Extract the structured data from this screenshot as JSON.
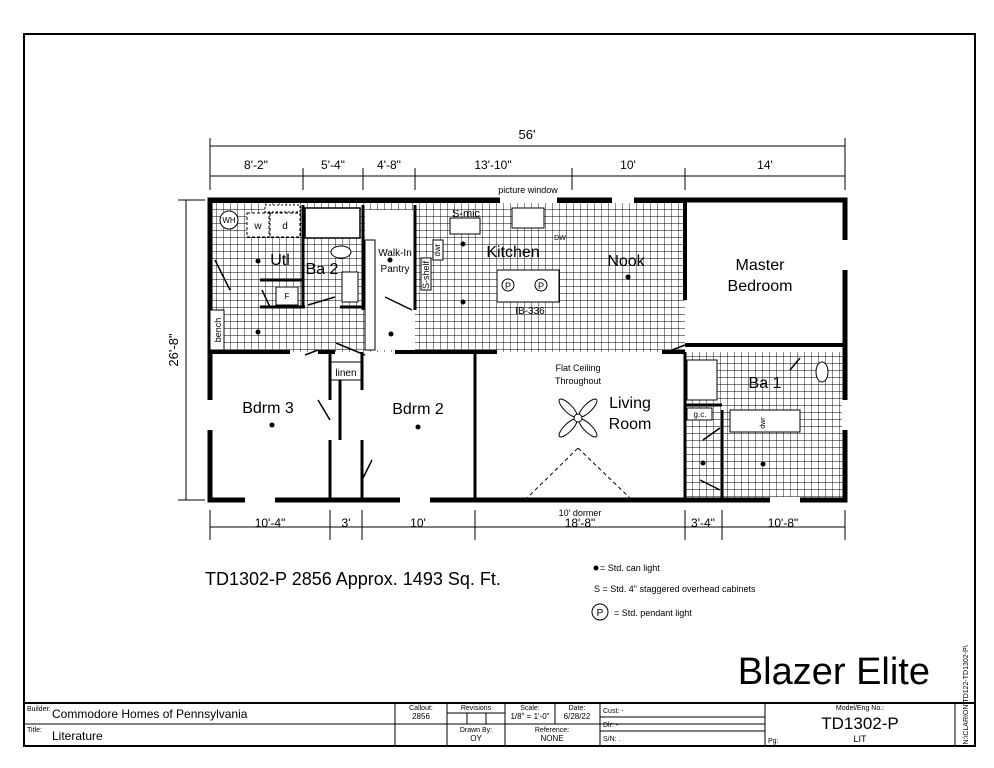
{
  "dimensions": {
    "overall_width": "56'",
    "overall_depth": "26'-8\"",
    "top": [
      "8'-2\"",
      "5'-4\"",
      "4'-8\"",
      "13'-10\"",
      "10'",
      "14'"
    ],
    "bottom": [
      "10'-4\"",
      "3'",
      "10'",
      "18'-8\"",
      "3'-4\"",
      "10'-8\""
    ]
  },
  "rooms": {
    "utl": "Utl",
    "ba2": "Ba 2",
    "pantry_1": "Walk-In",
    "pantry_2": "Pantry",
    "kitchen": "Kitchen",
    "nook": "Nook",
    "master_1": "Master",
    "master_2": "Bedroom",
    "ba1": "Ba 1",
    "bdrm3": "Bdrm 3",
    "bdrm2": "Bdrm 2",
    "living_1": "Living",
    "living_2": "Room",
    "linen": "linen",
    "bench": "bench"
  },
  "fixtures": {
    "wh": "WH",
    "w": "w",
    "d": "d",
    "f": "F",
    "s_mic": "S-mic",
    "dw": "DW",
    "dwr": "dwr",
    "s_shelf": "S-shelf",
    "island": "IB-336",
    "pendant": "P",
    "gc": "g.c.",
    "dwr2": "dwr"
  },
  "annotations": {
    "picture_window": "picture window",
    "flat_ceiling_1": "Flat Ceiling",
    "flat_ceiling_2": "Throughout",
    "dormer": "10' dormer"
  },
  "summary": "TD1302-P 2856  Approx. 1493 Sq. Ft.",
  "legend": {
    "can_light": "= Std. can light",
    "cabinets": "S = Std. 4\" staggered overhead cabinets",
    "pendant_symbol": "P",
    "pendant": "= Std. pendant light"
  },
  "model_name": "Blazer Elite",
  "side_path": "N:\\CLARION\\TD122-TD1302-P\\",
  "title_block": {
    "builder_label": "Builder:",
    "builder": "Commodore Homes of Pennsylvania",
    "title_label": "Title:",
    "title": "Literature",
    "callout_label": "Callout:",
    "callout": "2856",
    "revisions_label": "Revisions",
    "scale_label": "Scale:",
    "scale": "1/8\" = 1'-0\"",
    "date_label": "Date:",
    "date": "6/28/22",
    "drawn_by_label": "Drawn By:",
    "drawn_by": "OY",
    "reference_label": "Reference:",
    "reference": "NONE",
    "cust_label": "Cust: -",
    "dlr_label": "Dlr: -",
    "sn_label": "S/N: .",
    "model_label": "Model/Eng No.:",
    "model": "TD1302-P",
    "pg_label": "Pg:",
    "pg": "LIT"
  }
}
